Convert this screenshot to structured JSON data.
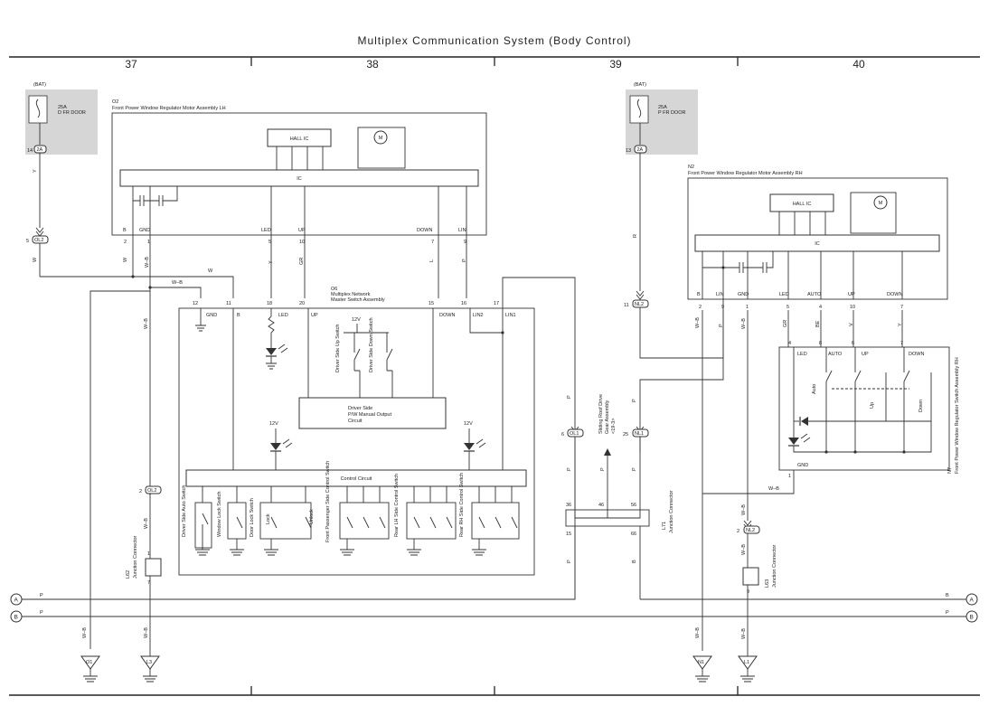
{
  "title": "Multiplex Communication System (Body Control)",
  "grid_cols": [
    "37",
    "38",
    "39",
    "40"
  ],
  "left_fuse": {
    "bat": "(BAT)",
    "amp": "25A",
    "name": "D FR DOOR",
    "pin": "14",
    "conn": "2A"
  },
  "right_fuse": {
    "bat": "(BAT)",
    "amp": "25A",
    "name": "P FR DOOR",
    "pin": "13",
    "conn": "2A"
  },
  "o2": {
    "code": "O2",
    "title": "Front Power Window Regulator Motor Assembly LH",
    "hall": "HALL IC",
    "ic": "IC",
    "motor": "M",
    "pins": [
      {
        "n": "2",
        "name": "B",
        "wire": "W"
      },
      {
        "n": "1",
        "name": "GND",
        "wire": "W–B"
      },
      {
        "n": "5",
        "name": "LED",
        "wire": "Y"
      },
      {
        "n": "10",
        "name": "UP",
        "wire": "GR"
      },
      {
        "n": "7",
        "name": "DOWN",
        "wire": "L"
      },
      {
        "n": "9",
        "name": "LIN",
        "wire": "P"
      }
    ]
  },
  "o6": {
    "code": "O6",
    "title1": "Multiplex Network",
    "title2": "Master Switch Assembly",
    "pins": [
      {
        "n": "12",
        "name": "GND"
      },
      {
        "n": "11",
        "name": "B"
      },
      {
        "n": "18",
        "name": "LED"
      },
      {
        "n": "20",
        "name": "UP"
      },
      {
        "n": "15",
        "name": "DOWN"
      },
      {
        "n": "16",
        "name": "LIN2"
      },
      {
        "n": "17",
        "name": "LIN1"
      }
    ],
    "v12": "12V",
    "up_sw": "Driver Side Up Switch",
    "down_sw": "Driver Side Down Switch",
    "manual1": "Driver Side",
    "manual2": "P/W Manual Output",
    "manual3": "Circuit",
    "control": "Control Circuit",
    "switches": [
      "Driver Side Auto Switch",
      "Window Lock Switch",
      "Door Lock Switch",
      "Front Passenger Side Control Switch",
      "Rear LH Side Control Switch",
      "Rear RH Side Control Switch"
    ],
    "lock": "Lock",
    "unlock": "Unlock"
  },
  "n2": {
    "code": "N2",
    "title": "Front Power Window Regulator Motor Assembly RH",
    "hall": "HALL IC",
    "ic": "IC",
    "motor": "M",
    "pins": [
      {
        "n": "2",
        "name": "B",
        "wire": "W–B"
      },
      {
        "n": "9",
        "name": "LIN",
        "wire": "P"
      },
      {
        "n": "1",
        "name": "GND",
        "wire": "W–B"
      },
      {
        "n": "5",
        "name": "LED",
        "wire": "GR"
      },
      {
        "n": "4",
        "name": "AUTO",
        "wire": "BE"
      },
      {
        "n": "10",
        "name": "UP",
        "wire": "V"
      },
      {
        "n": "7",
        "name": "DOWN",
        "wire": "Y"
      }
    ]
  },
  "n7": {
    "code": "N7",
    "title": "Front Power Window Regulator Switch Assembly RH",
    "pins_top": [
      "4",
      "8",
      "6",
      "7"
    ],
    "labels": [
      "LED",
      "AUTO",
      "UP",
      "DOWN"
    ],
    "auto": "Auto",
    "up": "Up",
    "down": "Down",
    "gnd": "GND",
    "gnd_pin": "1"
  },
  "conn": {
    "ol2_top": {
      "pin": "5",
      "name": "OL2"
    },
    "ol2_mid": {
      "pin": "2",
      "name": "OL2"
    },
    "nl2_top": {
      "pin": "11",
      "name": "NL2"
    },
    "nl2_mid": {
      "pin": "2",
      "name": "NL2"
    },
    "ol1": {
      "pin": "6",
      "name": "OL1"
    },
    "nl1": {
      "pin": "25",
      "name": "NL1"
    },
    "l62": {
      "code": "L62",
      "name": "Junction Connector",
      "p1": "1",
      "p2": "7"
    },
    "l63": {
      "code": "L63",
      "name": "Junction Connector",
      "p1": "9"
    },
    "l71": {
      "code": "L71",
      "name": "Junction Connector",
      "pins": [
        "36",
        "46",
        "56",
        "15",
        "66"
      ]
    },
    "sunroof": {
      "line1": "Sliding Roof Drive",
      "line2": "Gear Assembly",
      "line3": "<19-3>"
    }
  },
  "wires": {
    "w": "W",
    "wb": "W–B",
    "y": "Y",
    "r": "R",
    "p": "P",
    "b": "B"
  },
  "buses": {
    "a": "A",
    "b": "B",
    "a_wire": "P",
    "b_wire": "P",
    "a_right": "B",
    "b_right": "P"
  },
  "grounds": [
    "O1",
    "L3",
    "N1",
    "L1"
  ]
}
